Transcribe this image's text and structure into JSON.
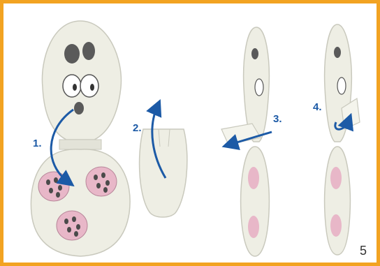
{
  "steps": [
    {
      "label": "1."
    },
    {
      "label": "2."
    },
    {
      "label": "3."
    },
    {
      "label": "4."
    }
  ],
  "page_number": "5",
  "colors": {
    "frame": "#f2a321",
    "arrow": "#1c5aa6",
    "paper": "#eeeee4",
    "spots": "#e8b7c8"
  }
}
